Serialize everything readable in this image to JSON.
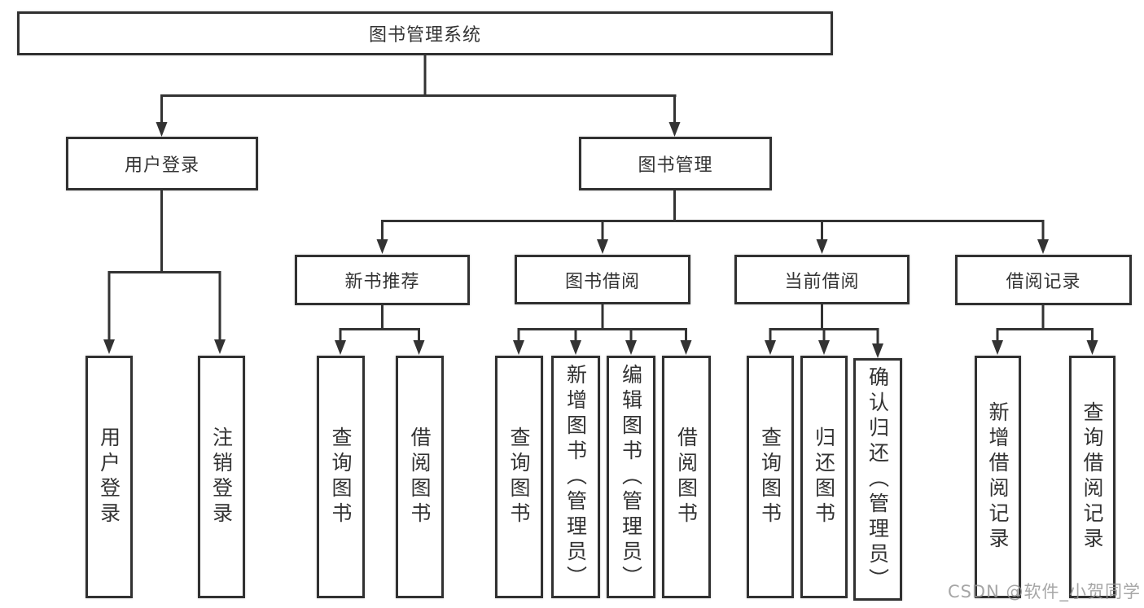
{
  "root": {
    "label": "图书管理系统"
  },
  "branches": [
    {
      "label": "用户登录",
      "children": [
        {
          "label": "用户登录"
        },
        {
          "label": "注销登录"
        }
      ]
    },
    {
      "label": "图书管理",
      "children": [
        {
          "label": "新书推荐",
          "children": [
            {
              "label": "查询图书"
            },
            {
              "label": "借阅图书"
            }
          ]
        },
        {
          "label": "图书借阅",
          "children": [
            {
              "label": "查询图书"
            },
            {
              "label": "新增图书（管理员）"
            },
            {
              "label": "编辑图书（管理员）"
            },
            {
              "label": "借阅图书"
            }
          ]
        },
        {
          "label": "当前借阅",
          "children": [
            {
              "label": "查询图书"
            },
            {
              "label": "归还图书"
            },
            {
              "label": "确认归还（管理员）"
            }
          ]
        },
        {
          "label": "借阅记录",
          "children": [
            {
              "label": "新增借阅记录"
            },
            {
              "label": "查询借阅记录"
            }
          ]
        }
      ]
    }
  ],
  "watermark": "CSDN @软件_小贺同学",
  "colors": {
    "line": "#333333",
    "box_border": "#313131",
    "text": "#333333",
    "watermark": "#969696",
    "background": "#ffffff"
  }
}
